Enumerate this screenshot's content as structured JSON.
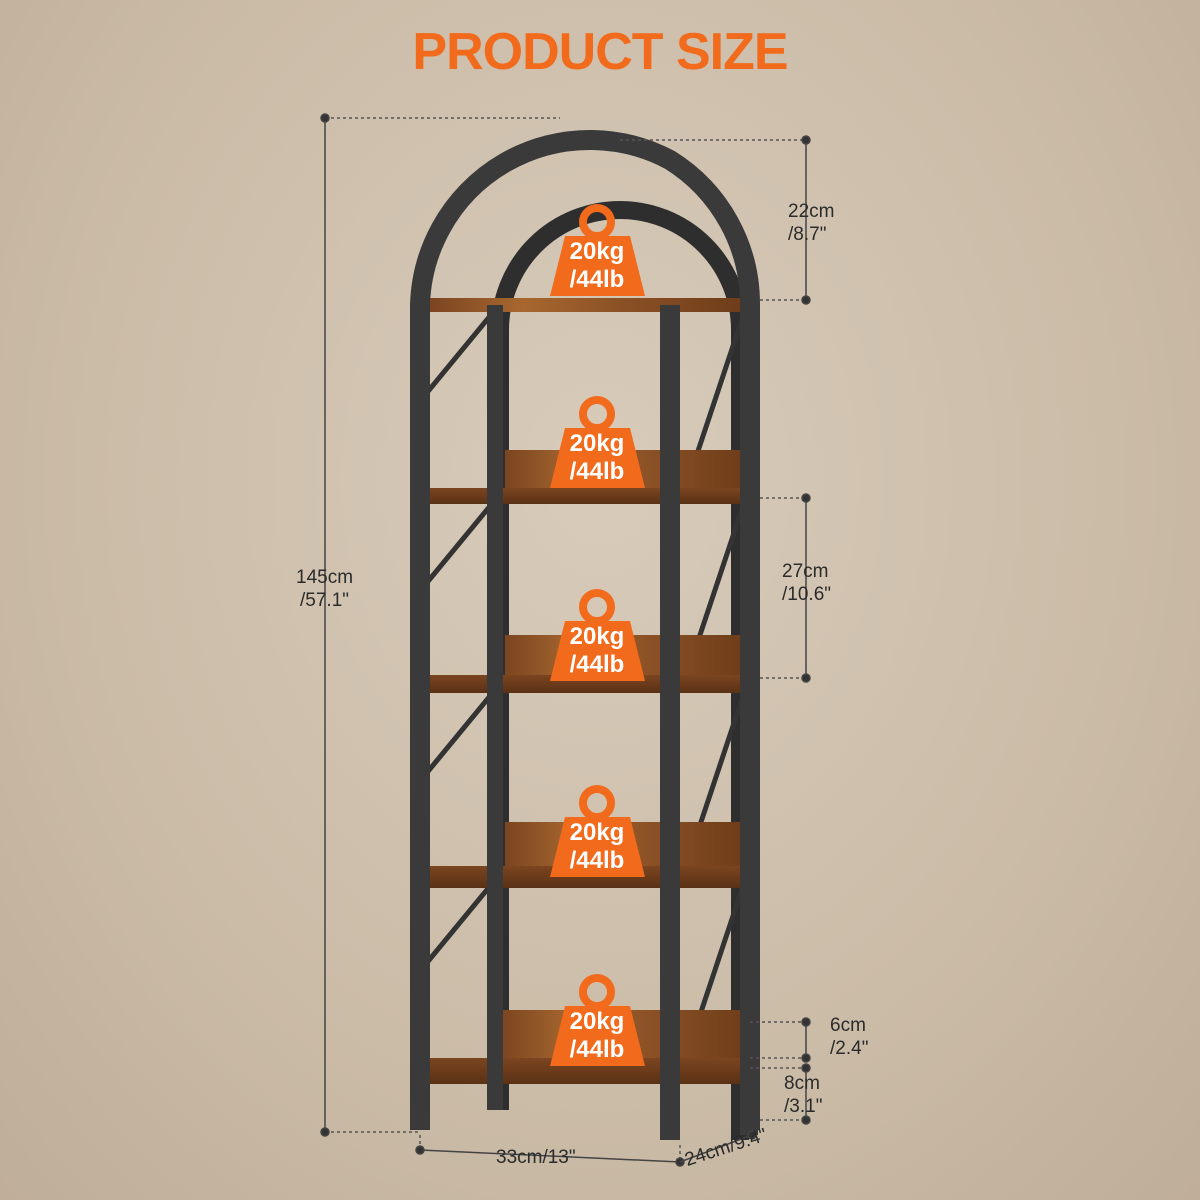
{
  "title": "PRODUCT SIZE",
  "colors": {
    "accent": "#f26a1b",
    "frame": "#3a3a3a",
    "wood": "#9a5a2a",
    "background": "#cfc1ae"
  },
  "weight_badges": [
    {
      "kg": "20kg",
      "lb": "/44lb"
    },
    {
      "kg": "20kg",
      "lb": "/44lb"
    },
    {
      "kg": "20kg",
      "lb": "/44lb"
    },
    {
      "kg": "20kg",
      "lb": "/44lb"
    },
    {
      "kg": "20kg",
      "lb": "/44lb"
    }
  ],
  "dimensions": {
    "total_height": {
      "cm": "145cm",
      "in": "/57.1\""
    },
    "arch_height": {
      "cm": "22cm",
      "in": "/8.7\""
    },
    "shelf_spacing": {
      "cm": "27cm",
      "in": "/10.6\""
    },
    "backboard_height": {
      "cm": "6cm",
      "in": "/2.4\""
    },
    "leg_height": {
      "cm": "8cm",
      "in": "/3.1\""
    },
    "width": "33cm/13\"",
    "depth": "24cm/9.4\""
  }
}
